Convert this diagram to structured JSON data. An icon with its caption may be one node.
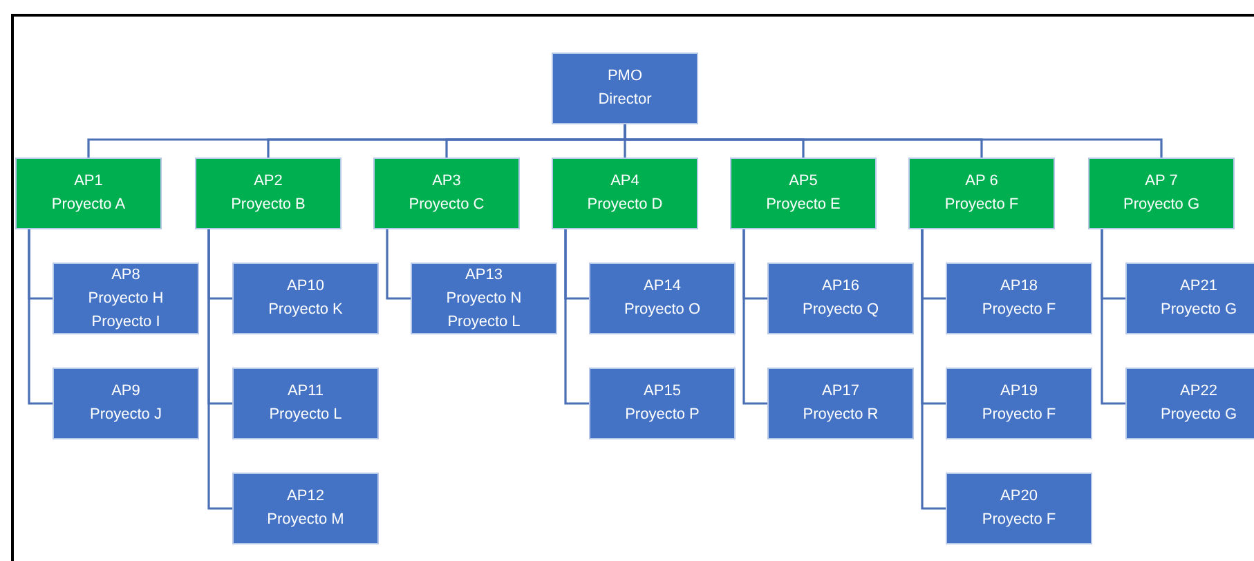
{
  "diagram": {
    "nodes": [
      {
        "text": [
          "PMO",
          "Director"
        ]
      },
      {
        "text": [
          "AP1",
          "Proyecto A"
        ]
      },
      {
        "text": [
          "AP2",
          "Proyecto B"
        ]
      },
      {
        "text": [
          "AP3",
          "Proyecto C"
        ]
      },
      {
        "text": [
          "AP4",
          "Proyecto D"
        ]
      },
      {
        "text": [
          "AP5",
          "Proyecto E"
        ]
      },
      {
        "text": [
          "AP 6",
          "Proyecto F"
        ]
      },
      {
        "text": [
          "AP 7",
          "Proyecto G"
        ]
      },
      {
        "text": [
          "AP8",
          "Proyecto H",
          "Proyecto I"
        ]
      },
      {
        "text": [
          "AP9",
          "Proyecto J"
        ]
      },
      {
        "text": [
          "AP10",
          "Proyecto K"
        ]
      },
      {
        "text": [
          "AP11",
          "Proyecto L"
        ]
      },
      {
        "text": [
          "AP12",
          "Proyecto M"
        ]
      },
      {
        "text": [
          "AP13",
          "Proyecto N",
          "Proyecto L"
        ]
      },
      {
        "text": [
          "AP14",
          "Proyecto O"
        ]
      },
      {
        "text": [
          "AP15",
          "Proyecto P"
        ]
      },
      {
        "text": [
          "AP16",
          "Proyecto Q"
        ]
      },
      {
        "text": [
          "AP17",
          "Proyecto R"
        ]
      },
      {
        "text": [
          "AP18",
          "Proyecto F"
        ]
      },
      {
        "text": [
          "AP19",
          "Proyecto F"
        ]
      },
      {
        "text": [
          "AP20",
          "Proyecto F"
        ]
      },
      {
        "text": [
          "AP21",
          "Proyecto G"
        ]
      },
      {
        "text": [
          "AP22",
          "Proyecto G"
        ]
      }
    ],
    "edges": [
      {
        "from": 0,
        "to": 1,
        "arrow": "none"
      },
      {
        "from": 0,
        "to": 2,
        "arrow": "none"
      },
      {
        "from": 0,
        "to": 3,
        "arrow": "none"
      },
      {
        "from": 0,
        "to": 4,
        "arrow": "none"
      },
      {
        "from": 0,
        "to": 5,
        "arrow": "none"
      },
      {
        "from": 0,
        "to": 6,
        "arrow": "none"
      },
      {
        "from": 0,
        "to": 7,
        "arrow": "none"
      },
      {
        "from": 1,
        "to": 8,
        "arrow": "none"
      },
      {
        "from": 1,
        "to": 9,
        "arrow": "none"
      },
      {
        "from": 2,
        "to": 10,
        "arrow": "none"
      },
      {
        "from": 2,
        "to": 11,
        "arrow": "none"
      },
      {
        "from": 2,
        "to": 12,
        "arrow": "none"
      },
      {
        "from": 3,
        "to": 13,
        "arrow": "none"
      },
      {
        "from": 4,
        "to": 14,
        "arrow": "none"
      },
      {
        "from": 4,
        "to": 15,
        "arrow": "none"
      },
      {
        "from": 5,
        "to": 16,
        "arrow": "none"
      },
      {
        "from": 5,
        "to": 17,
        "arrow": "none"
      },
      {
        "from": 6,
        "to": 18,
        "arrow": "none"
      },
      {
        "from": 6,
        "to": 19,
        "arrow": "none"
      },
      {
        "from": 6,
        "to": 20,
        "arrow": "none"
      },
      {
        "from": 7,
        "to": 21,
        "arrow": "none"
      },
      {
        "from": 7,
        "to": 22,
        "arrow": "none"
      }
    ]
  }
}
